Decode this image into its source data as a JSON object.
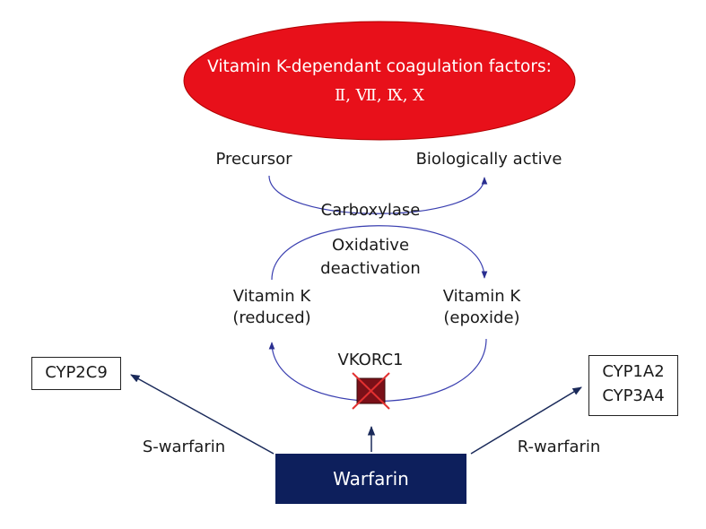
{
  "title": {
    "line1": "Vitamin K-dependant coagulation factors:",
    "line2": "Ⅱ, Ⅶ, Ⅸ, Ⅹ"
  },
  "labels": {
    "precursor": "Precursor",
    "active": "Biologically active",
    "carboxylase": "Carboxylase",
    "oxidative": "Oxidative",
    "deactivation": "deactivation",
    "vitk_reduced_1": "Vitamin K",
    "vitk_reduced_2": "(reduced)",
    "vitk_epoxide_1": "Vitamin K",
    "vitk_epoxide_2": "(epoxide)",
    "vkorc1": "VKORC1",
    "s_warfarin": "S-warfarin",
    "r_warfarin": "R-warfarin"
  },
  "boxes": {
    "cyp2c9": "CYP2C9",
    "cyp1a2": "CYP1A2",
    "cyp3a4": "CYP3A4",
    "warfarin": "Warfarin"
  },
  "colors": {
    "ellipse": "#e8101a",
    "warfarin_box": "#0d1f5c",
    "curve": "#3a3fb0",
    "arrow": "#1a2a5a",
    "block_fill": "#7a1018",
    "block_cross": "#e23030"
  }
}
